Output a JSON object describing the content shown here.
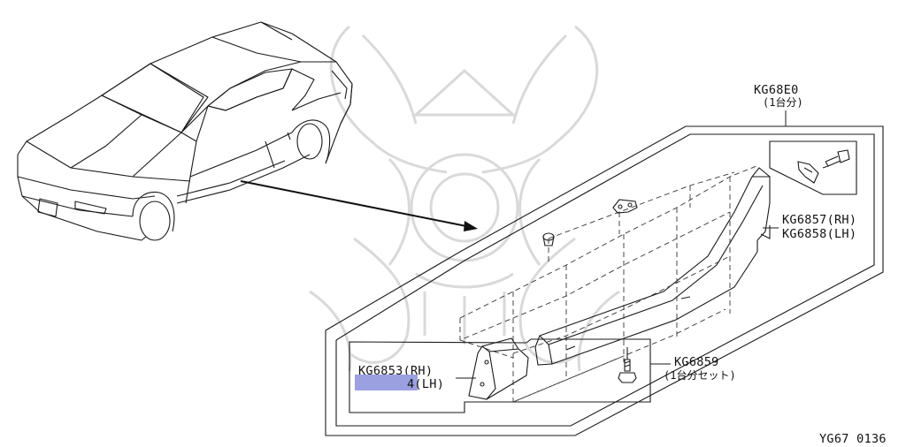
{
  "assembly": {
    "part_no": "KG68E0",
    "qty_note": "(1台分)"
  },
  "parts": {
    "side_sill_rh": "KG6857(RH)",
    "side_sill_lh": "KG6858(LH)",
    "mudguard_rh": "KG6853(RH)",
    "mudguard_lh_suffix": "4(LH)",
    "clip_set": "KG6859",
    "clip_set_note": "(1台分セット)"
  },
  "diagram_code": "YG67 0136",
  "colors": {
    "line": "#1a1a1a",
    "highlight": "#9ba0e0",
    "watermark": "#d7d7d7"
  }
}
